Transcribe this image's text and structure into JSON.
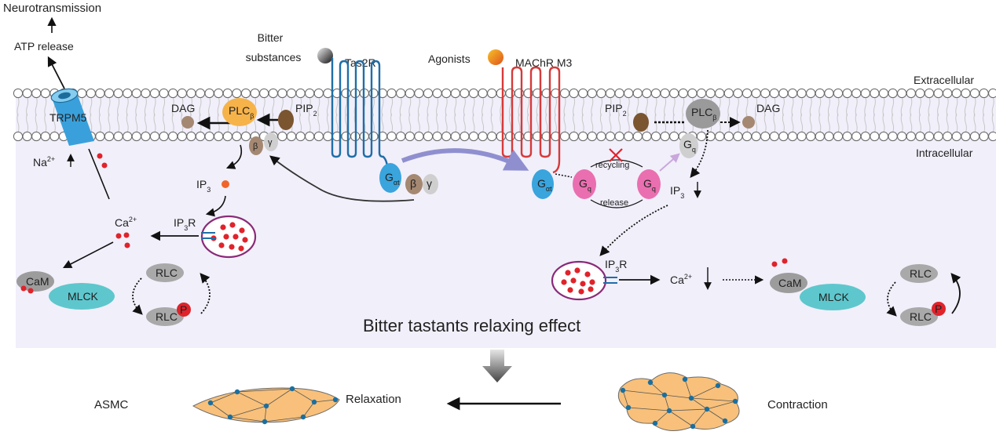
{
  "labels": {
    "neurotransmission": "Neurotransmission",
    "atp_release": "ATP release",
    "bitter_substances_1": "Bitter",
    "bitter_substances_2": "substances",
    "tas2r": "Tas2R",
    "agonists": "Agonists",
    "machr_m3": "MAChR M3",
    "extracellular": "Extracellular",
    "intracellular": "Intracellular",
    "trpm5": "TRPM5",
    "dag_left": "DAG",
    "dag_right": "DAG",
    "plc": "PLC",
    "plc_sub": "β",
    "pip": "PIP",
    "pip_sub": "2",
    "beta": "β",
    "gamma": "γ",
    "g": "G",
    "alpha_sub": "αt",
    "q_sub": "q",
    "ip": "IP",
    "ip_sub": "3",
    "ip3r": "IP",
    "ip3r_sub": "3",
    "ip3r_r": "R",
    "na": "Na",
    "na_sup": "2+",
    "ca": "Ca",
    "ca_sup": "2+",
    "recycling": "recycling",
    "release": "release",
    "cam": "CaM",
    "mlck": "MLCK",
    "rlc": "RLC",
    "p": "P",
    "effect_title": "Bitter tastants relaxing effect",
    "asmc": "ASMC",
    "relaxation": "Relaxation",
    "contraction": "Contraction"
  },
  "colors": {
    "cytoplasm": "#f1effa",
    "membrane_circle": "#666666",
    "tas2r": "#1f6ea8",
    "machr": "#d63a3a",
    "plc_left": "#f6b34a",
    "plc_right": "#9a9a9a",
    "pip": "#7a5530",
    "g_alpha": "#3aa4dd",
    "g_q": "#ea6fb0",
    "beta_sub": "#a58872",
    "gamma_sub": "#cfcfcf",
    "trpm5": "#3aa0db",
    "calcium": "#e0232b",
    "er_outline": "#8a2a78",
    "mlck": "#5ec7cd",
    "cam": "#9c9c9c",
    "rlc": "#a9a9a9",
    "phosphate": "#e0232b",
    "cell": "#f8c07a",
    "node": "#1a6fa0",
    "blue_arrow": "#8f8fd0",
    "ip3_dot": "#f0642a"
  }
}
